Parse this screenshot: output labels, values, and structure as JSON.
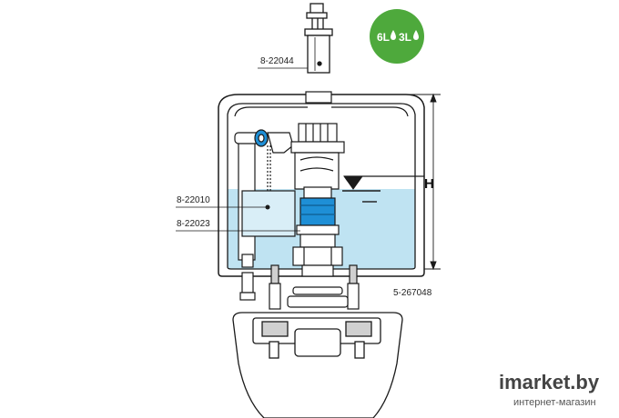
{
  "badge": {
    "text_a": "6L",
    "text_b": "3L",
    "color": "#4ea93c"
  },
  "labels": {
    "cap_part": "8-22044",
    "fill_valve": "8-22010",
    "flush_valve": "8-22023",
    "tank_code": "5-267048",
    "height": "H"
  },
  "colors": {
    "water": "#bfe3f2",
    "blue_part": "#1e8fd6",
    "outline": "#1a1a1a"
  },
  "watermark": {
    "brand_a": "i",
    "brand_b": "market",
    "brand_c": ".by",
    "subtitle": "интернет-магазин"
  }
}
